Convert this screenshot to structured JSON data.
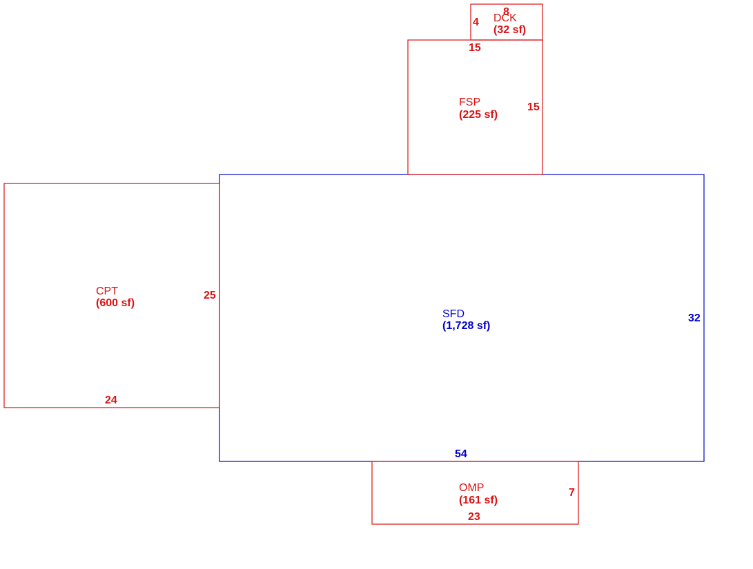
{
  "colors": {
    "main": "#0000cc",
    "addition": "#dd1111"
  },
  "sections": {
    "sfd": {
      "code": "SFD",
      "area": "(1,728 sf)",
      "dim_width": "54",
      "dim_depth": "32",
      "color_key": "main"
    },
    "cpt": {
      "code": "CPT",
      "area": "(600 sf)",
      "dim_width": "24",
      "dim_depth": "25",
      "color_key": "addition"
    },
    "fsp": {
      "code": "FSP",
      "area": "(225 sf)",
      "dim_width": "15",
      "dim_depth": "15",
      "color_key": "addition"
    },
    "dck": {
      "code": "DCK",
      "area": "(32 sf)",
      "dim_width": "8",
      "dim_depth": "4",
      "color_key": "addition"
    },
    "omp": {
      "code": "OMP",
      "area": "(161 sf)",
      "dim_width": "23",
      "dim_depth": "7",
      "color_key": "addition"
    }
  }
}
